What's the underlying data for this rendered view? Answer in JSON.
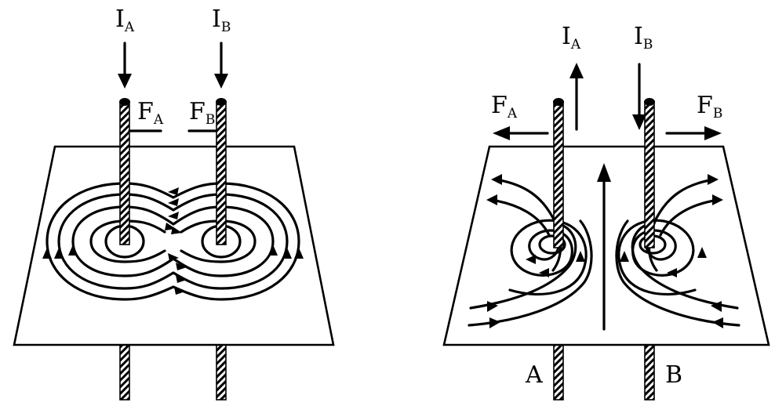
{
  "left_diagram": {
    "current_a": {
      "main": "I",
      "sub": "A"
    },
    "current_b": {
      "main": "I",
      "sub": "B"
    },
    "force_a": {
      "main": "F",
      "sub": "A"
    },
    "force_b": {
      "main": "F",
      "sub": "B"
    }
  },
  "right_diagram": {
    "current_a": {
      "main": "I",
      "sub": "A"
    },
    "current_b": {
      "main": "I",
      "sub": "B"
    },
    "force_a": {
      "main": "F",
      "sub": "A"
    },
    "force_b": {
      "main": "F",
      "sub": "B"
    },
    "wire_a_label": "A",
    "wire_b_label": "B"
  }
}
